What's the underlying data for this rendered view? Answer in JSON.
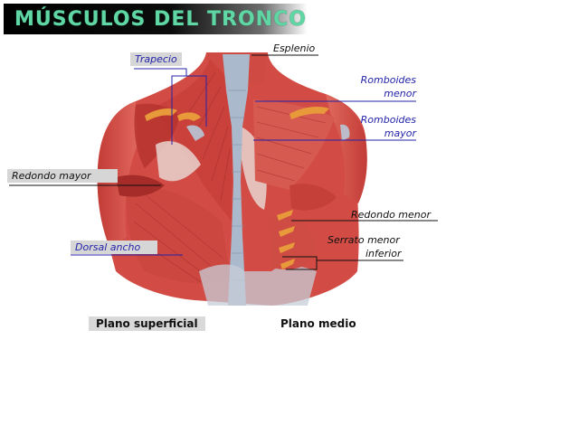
{
  "title": "MÚSCULOS DEL TRONCO",
  "labels": {
    "esplenio": "Esplenio",
    "trapecio": "Trapecio",
    "romboides_menor_1": "Romboides",
    "romboides_menor_2": "menor",
    "romboides_mayor_1": "Romboides",
    "romboides_mayor_2": "mayor",
    "redondo_mayor": "Redondo mayor",
    "redondo_menor": "Redondo menor",
    "dorsal_ancho": "Dorsal ancho",
    "serrato_1": "Serrato menor",
    "serrato_2": "inferior"
  },
  "captions": {
    "superficial": "Plano superficial",
    "medio": "Plano medio"
  },
  "colors": {
    "title_text": "#5fd6a4",
    "muscle": "#d8524a",
    "muscle_dark": "#a82f2c",
    "fascia": "#aab9cc",
    "tendon": "#e89a3a",
    "label_blue": "#2323a8"
  }
}
